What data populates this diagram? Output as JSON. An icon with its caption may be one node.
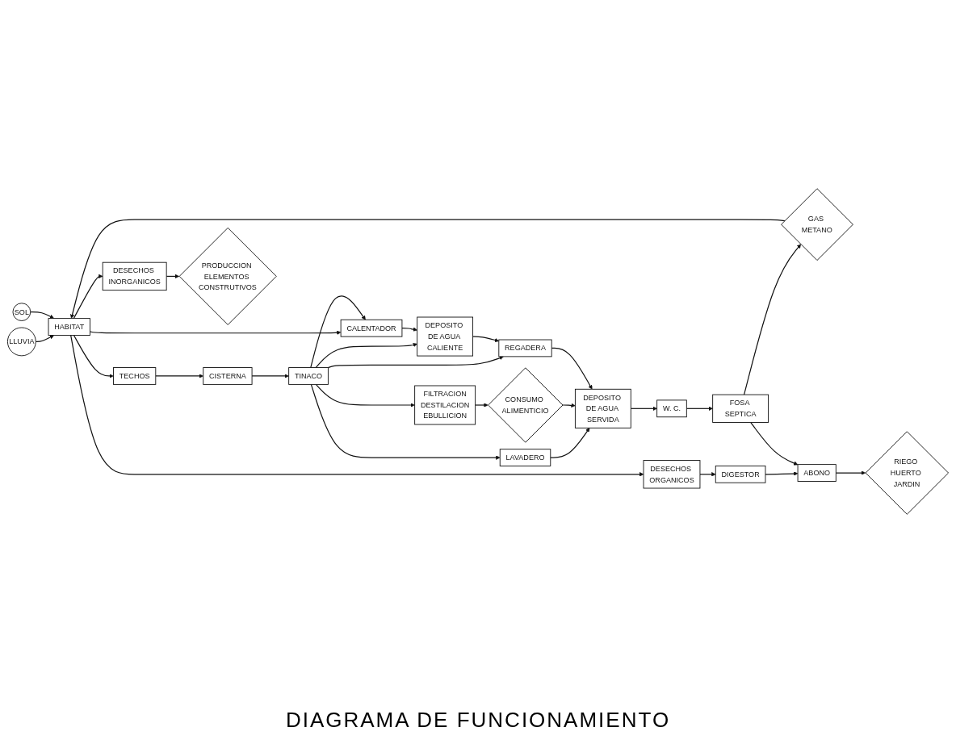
{
  "diagram": {
    "caption": "DIAGRAMA DE FUNCIONAMIENTO",
    "nodes": [
      {
        "text": [
          "LLUVIA"
        ]
      },
      {
        "text": [
          "SOL"
        ]
      },
      {
        "text": [
          "HABITAT"
        ]
      },
      {
        "text": [
          "TECHOS"
        ]
      },
      {
        "text": [
          "CISTERNA"
        ]
      },
      {
        "text": [
          "TINACO"
        ]
      },
      {
        "text": [
          "LAVADERO"
        ]
      },
      {
        "text": [
          "FILTRACION",
          "DESTILACION",
          "EBULLICION"
        ]
      },
      {
        "text": [
          "CONSUMO ALIMENTICIO"
        ]
      },
      {
        "text": [
          "DEPOSITO DE AGUA SERVIDA"
        ]
      },
      {
        "text": [
          "W. C."
        ]
      },
      {
        "text": [
          "CALENTADOR"
        ]
      },
      {
        "text": [
          "DEPOSITO DE AGUA CALIENTE"
        ]
      },
      {
        "text": [
          "REGADERA"
        ]
      },
      {
        "text": [
          "DESECHOS INORGANICOS"
        ]
      },
      {
        "text": [
          "PRODUCCION ELEMENTOS CONSTRUTIVOS"
        ]
      },
      {
        "text": [
          "GAS METANO"
        ]
      },
      {
        "text": [
          "FOSA SEPTICA"
        ]
      },
      {
        "text": [
          "DESECHOS ORGANICOS"
        ]
      },
      {
        "text": [
          "DIGESTOR"
        ]
      },
      {
        "text": [
          "ABONO"
        ]
      },
      {
        "text": [
          "RIEGO HUERTO JARDIN"
        ]
      }
    ],
    "edges": [
      {
        "from": 0,
        "to": 2,
        "arrow": "to"
      },
      {
        "from": 1,
        "to": 2,
        "arrow": "to"
      },
      {
        "from": 2,
        "to": 3,
        "arrow": "to"
      },
      {
        "from": 3,
        "to": 4,
        "arrow": "to"
      },
      {
        "from": 4,
        "to": 5,
        "arrow": "to"
      },
      {
        "from": 5,
        "to": 6,
        "arrow": "to"
      },
      {
        "from": 5,
        "to": 7,
        "arrow": "to"
      },
      {
        "from": 2,
        "to": 11,
        "arrow": "to"
      },
      {
        "from": 5,
        "to": 11,
        "arrow": "to"
      },
      {
        "from": 5,
        "to": 12,
        "arrow": "to"
      },
      {
        "from": 5,
        "to": 13,
        "arrow": "to"
      },
      {
        "from": 11,
        "to": 12,
        "arrow": "to"
      },
      {
        "from": 12,
        "to": 13,
        "arrow": "to"
      },
      {
        "from": 7,
        "to": 8,
        "arrow": "to"
      },
      {
        "from": 6,
        "to": 9,
        "arrow": "to"
      },
      {
        "from": 8,
        "to": 9,
        "arrow": "to"
      },
      {
        "from": 13,
        "to": 9,
        "arrow": "to"
      },
      {
        "from": 9,
        "to": 10,
        "arrow": "to"
      },
      {
        "from": 10,
        "to": 17,
        "arrow": "to"
      },
      {
        "from": 17,
        "to": 16,
        "arrow": "to"
      },
      {
        "from": 16,
        "to": 2,
        "arrow": "to"
      },
      {
        "from": 2,
        "to": 14,
        "arrow": "to"
      },
      {
        "from": 14,
        "to": 15,
        "arrow": "to"
      },
      {
        "from": 2,
        "to": 18,
        "arrow": "to"
      },
      {
        "from": 18,
        "to": 19,
        "arrow": "to"
      },
      {
        "from": 19,
        "to": 20,
        "arrow": "to"
      },
      {
        "from": 17,
        "to": 20,
        "arrow": "to"
      },
      {
        "from": 20,
        "to": 21,
        "arrow": "to"
      }
    ]
  }
}
